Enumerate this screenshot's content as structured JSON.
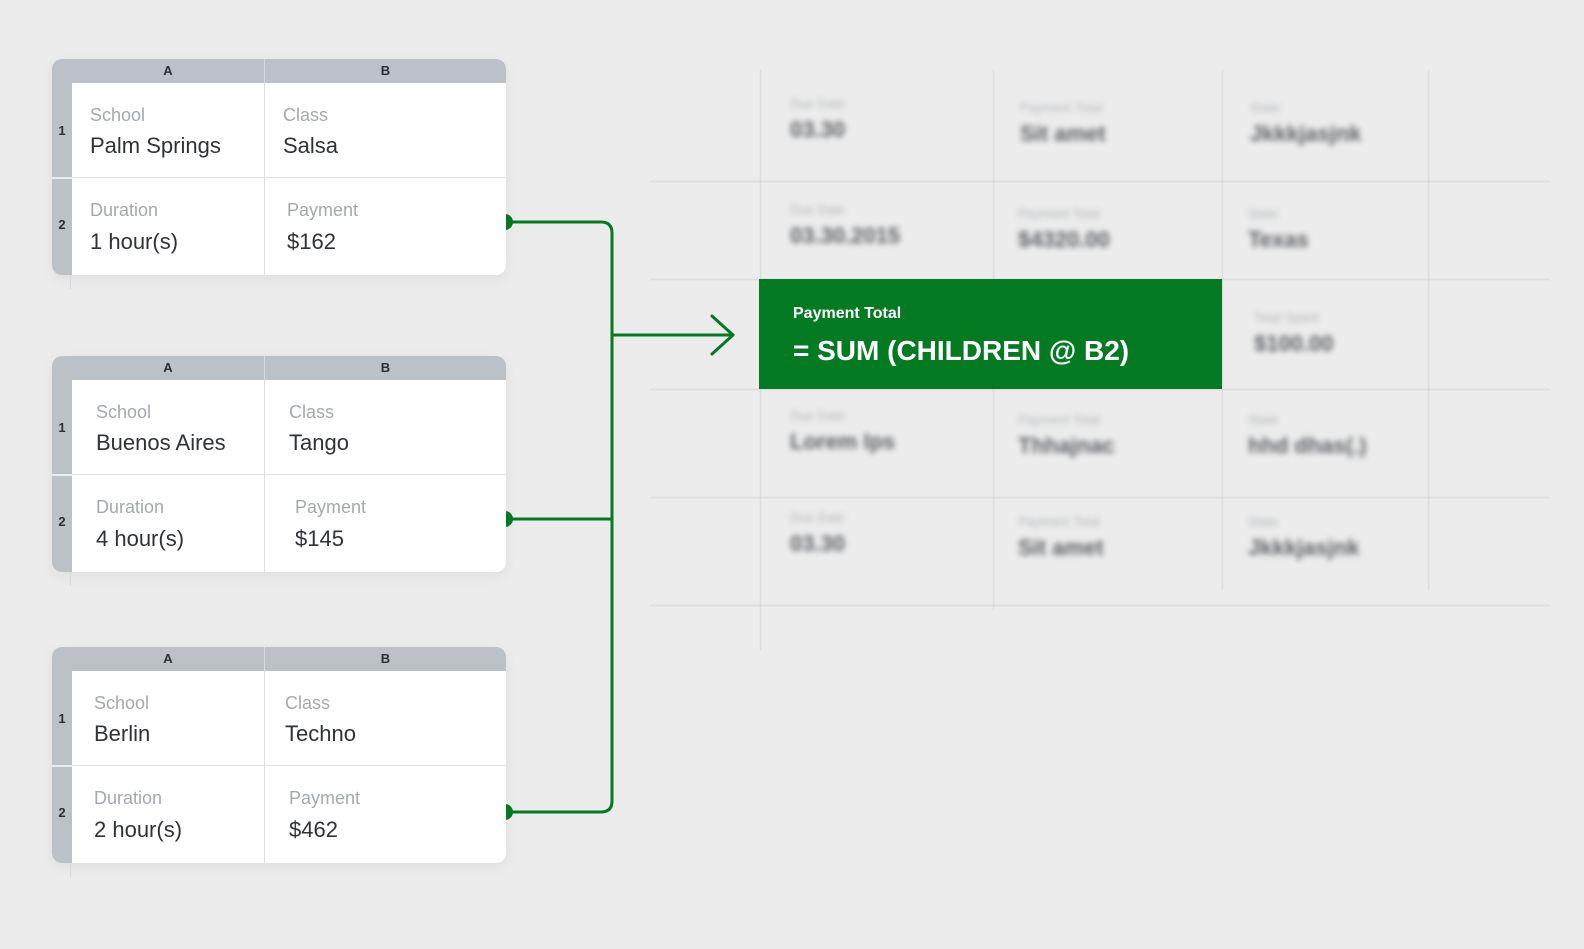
{
  "colors": {
    "accent": "#047b22",
    "background": "#ececec",
    "header": "#bcc1c8"
  },
  "tables": [
    {
      "col_headers": [
        "A",
        "B"
      ],
      "row_headers": [
        "1",
        "2"
      ],
      "cells": {
        "a1": {
          "label": "School",
          "value": "Palm Springs"
        },
        "b1": {
          "label": "Class",
          "value": "Salsa"
        },
        "a2": {
          "label": "Duration",
          "value": "1 hour(s)"
        },
        "b2": {
          "label": "Payment",
          "value": "$162"
        }
      }
    },
    {
      "col_headers": [
        "A",
        "B"
      ],
      "row_headers": [
        "1",
        "2"
      ],
      "cells": {
        "a1": {
          "label": "School",
          "value": "Buenos Aires"
        },
        "b1": {
          "label": "Class",
          "value": "Tango"
        },
        "a2": {
          "label": "Duration",
          "value": "4 hour(s)"
        },
        "b2": {
          "label": "Payment",
          "value": "$145"
        }
      }
    },
    {
      "col_headers": [
        "A",
        "B"
      ],
      "row_headers": [
        "1",
        "2"
      ],
      "cells": {
        "a1": {
          "label": "School",
          "value": "Berlin"
        },
        "b1": {
          "label": "Class",
          "value": "Techno"
        },
        "a2": {
          "label": "Duration",
          "value": "2 hour(s)"
        },
        "b2": {
          "label": "Payment",
          "value": "$462"
        }
      }
    }
  ],
  "result": {
    "title": "Payment Total",
    "formula": "= SUM (CHILDREN @ B2)"
  },
  "background_grid": [
    [
      {
        "label": "Due Date",
        "value": "03.30"
      },
      {
        "label": "Payment Total",
        "value": "Sit amet"
      },
      {
        "label": "State",
        "value": "Jkkkjasjnk"
      }
    ],
    [
      {
        "label": "Due Date",
        "value": "03.30.2015"
      },
      {
        "label": "Payment Total",
        "value": "$4320.00"
      },
      {
        "label": "State",
        "value": "Texas"
      }
    ],
    [
      null,
      null,
      {
        "label": "Total Spent",
        "value": "$100.00"
      }
    ],
    [
      {
        "label": "Due Date",
        "value": "Lorem Ips"
      },
      {
        "label": "Payment Total",
        "value": "Thhajnac"
      },
      {
        "label": "State",
        "value": "hhd dhas(.)"
      }
    ],
    [
      {
        "label": "Due Date",
        "value": "03.30"
      },
      {
        "label": "Payment Total",
        "value": "Sit amet"
      },
      {
        "label": "State",
        "value": "Jkkkjasjnk"
      }
    ]
  ]
}
